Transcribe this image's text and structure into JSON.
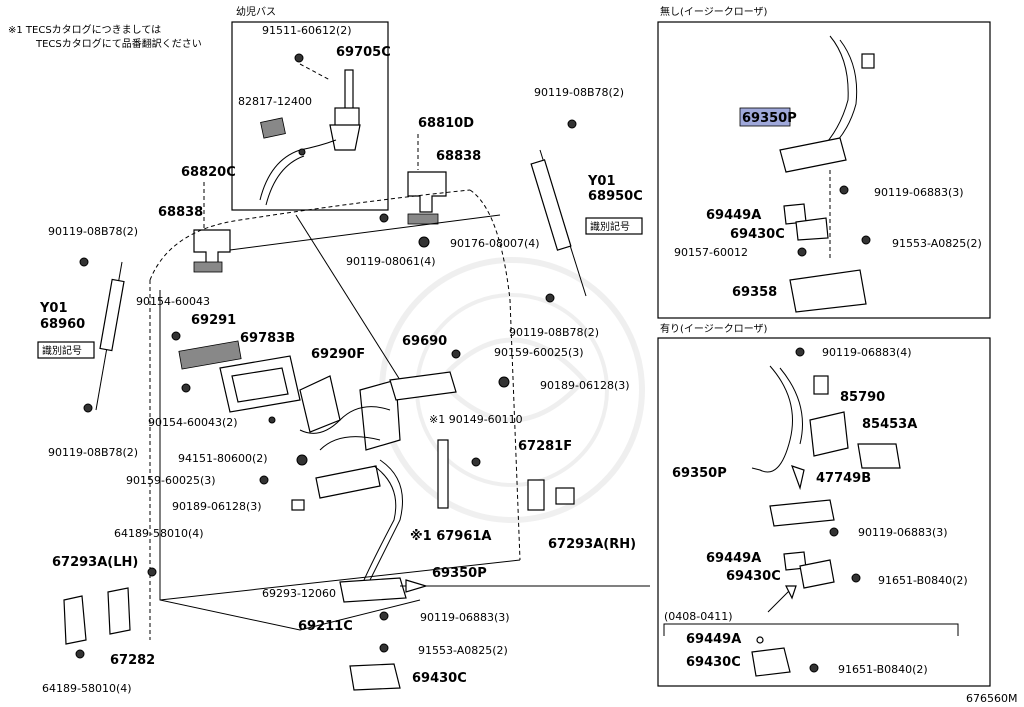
{
  "notes": {
    "line1": "※1 TECSカタログにつきましては",
    "line2": "TECSカタログにて品番翻訳ください"
  },
  "panels": {
    "child_bus_title": "幼児バス",
    "without_easy_closer_title": "無し(イージークローザ)",
    "with_easy_closer_title": "有り(イージークローザ)",
    "date_range": "(0408-0411)"
  },
  "id_mark_label": "識別記号",
  "footer_code": "676560M",
  "labels": {
    "p91511": "91511-60612(2)",
    "p69705C": "69705C",
    "p82817": "82817-12400",
    "p68810D": "68810D",
    "p68838a": "68838",
    "p68820C": "68820C",
    "p68838b": "68838",
    "p90119_8878_2a": "90119-08B78(2)",
    "p90119_8878_2b": "90119-08B78(2)",
    "p90119_8878_2c": "90119-08B78(2)",
    "p90119_8878_2d": "90119-08B78(2)",
    "y01a": "Y01",
    "p68950C": "68950C",
    "y01b": "Y01",
    "p68960": "68960",
    "p90176": "90176-08007(4)",
    "p90119_8061": "90119-08061(4)",
    "p90154_a": "90154-60043",
    "p69291": "69291",
    "p69783B": "69783B",
    "p69290F": "69290F",
    "p69690": "69690",
    "p90159_a": "90159-60025(3)",
    "p90189_a": "90189-06128(3)",
    "p90154_b": "90154-60043(2)",
    "p90149": "※1 90149-60110",
    "p94151": "94151-80600(2)",
    "p90159_b": "90159-60025(3)",
    "p67281F": "67281F",
    "p90189_b": "90189-06128(3)",
    "p67961A": "※1 67961A",
    "p67293A_RH": "67293A(RH)",
    "p64189_a": "64189-58010(4)",
    "p67293A_LH": "67293A(LH)",
    "p69350P_main": "69350P",
    "p69293": "69293-12060",
    "p69211C": "69211C",
    "p90119_6883_main": "90119-06883(3)",
    "p91553_main": "91553-A0825(2)",
    "p67282": "67282",
    "p64189_b": "64189-58010(4)",
    "p69430C_main": "69430C",
    "tr_69350P": "69350P",
    "tr_90119_6883": "90119-06883(3)",
    "tr_69449A": "69449A",
    "tr_69430C": "69430C",
    "tr_91553": "91553-A0825(2)",
    "tr_90157": "90157-60012",
    "tr_69358": "69358",
    "br_90119_6883_4": "90119-06883(4)",
    "br_85790": "85790",
    "br_85453A": "85453A",
    "br_69350P": "69350P",
    "br_47749B": "47749B",
    "br_90119_6883_3": "90119-06883(3)",
    "br_69449A": "69449A",
    "br_69430C": "69430C",
    "br_91651_a": "91651-B0840(2)",
    "br_69449A_b": "69449A",
    "br_69430C_b": "69430C",
    "br_91651_b": "91651-B0840(2)"
  },
  "colors": {
    "highlight": "#9fa8da",
    "line": "#000000",
    "watermark": "#e6e6e6"
  }
}
